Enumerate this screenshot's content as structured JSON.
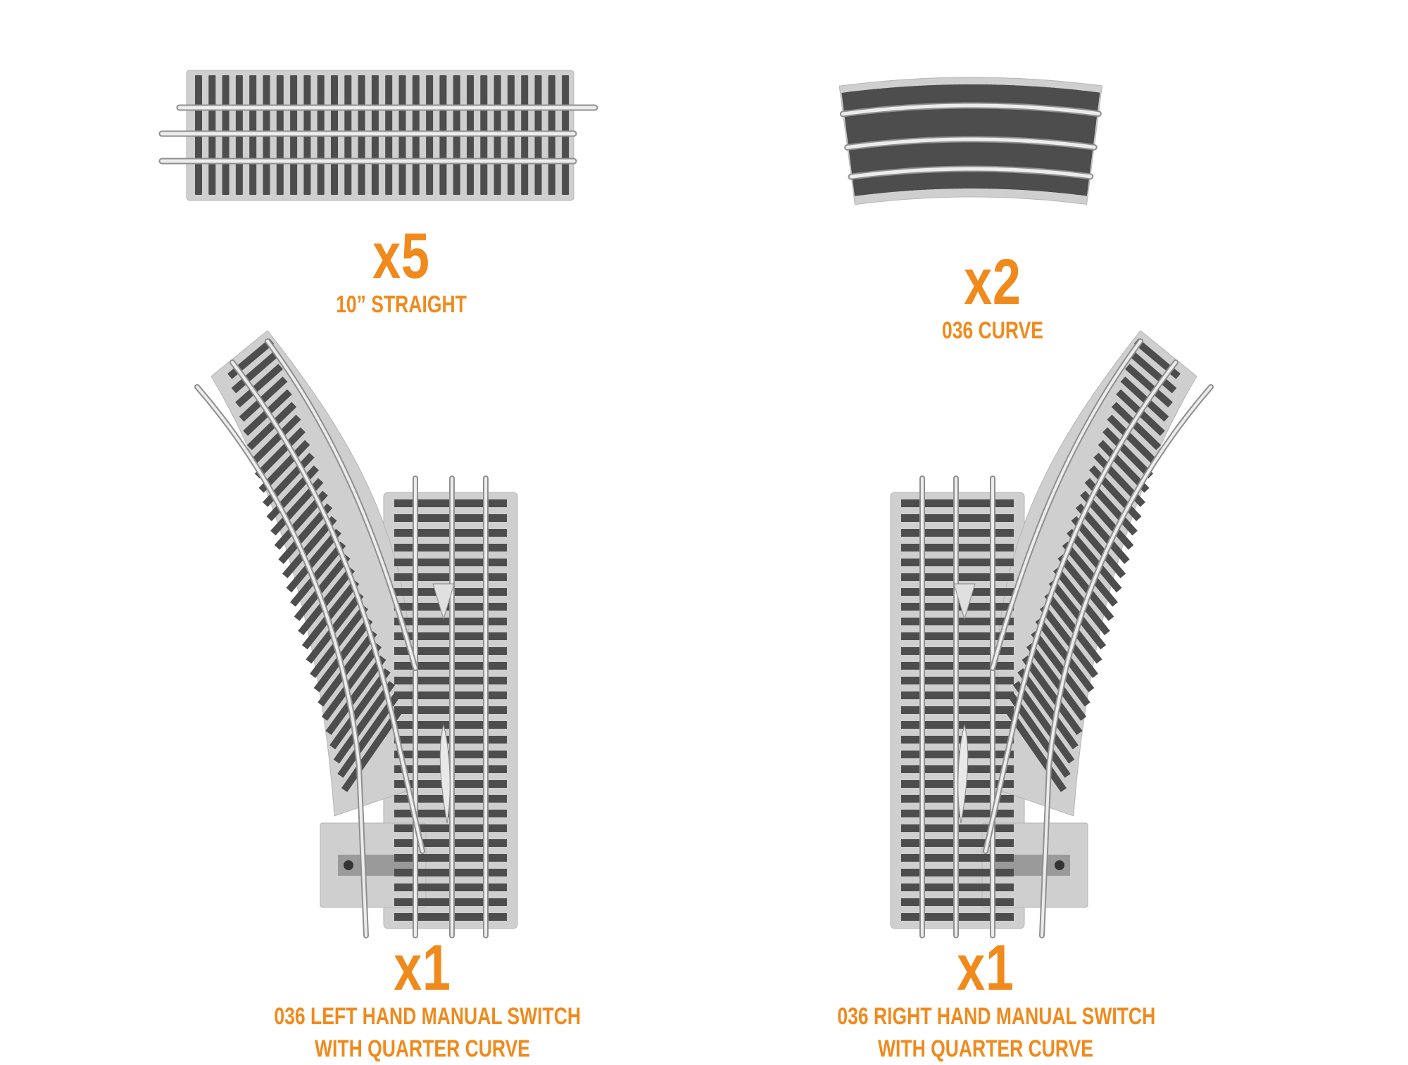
{
  "items": [
    {
      "id": "straight",
      "qty": "x5",
      "desc_lines": [
        "10” STRAIGHT"
      ]
    },
    {
      "id": "curve",
      "qty": "x2",
      "desc_lines": [
        "036 CURVE"
      ]
    },
    {
      "id": "left_switch",
      "qty": "x1",
      "desc_lines": [
        "036 LEFT HAND MANUAL SWITCH",
        "WITH QUARTER CURVE"
      ]
    },
    {
      "id": "right_switch",
      "qty": "x1",
      "desc_lines": [
        "036 RIGHT HAND MANUAL SWITCH",
        "WITH QUARTER CURVE"
      ]
    }
  ],
  "colors": {
    "accent": "#f08a1c",
    "roadbed": "#cfcfcf",
    "roadbed_edge": "#b9b9b9",
    "tie": "#4d4d4d",
    "rail": "#e9e9e9",
    "rail_edge": "#8f8f8f"
  },
  "icons": [
    "straight-track-image",
    "curve-track-image",
    "left-switch-track-image",
    "right-switch-track-image"
  ]
}
